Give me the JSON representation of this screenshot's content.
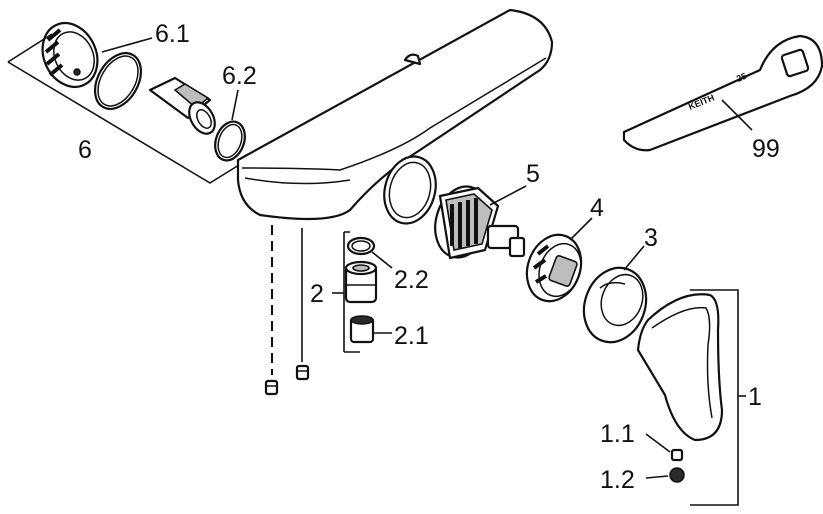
{
  "labels": {
    "p1": "1",
    "p1_1": "1.1",
    "p1_2": "1.2",
    "p2": "2",
    "p2_1": "2.1",
    "p2_2": "2.2",
    "p3": "3",
    "p4": "4",
    "p5": "5",
    "p6": "6",
    "p6_1": "6.1",
    "p6_2": "6.2",
    "p99": "99"
  },
  "wrench_stamp": "KEITH",
  "wrench_stamp2": "25",
  "colors": {
    "line": "#111111",
    "background": "#ffffff",
    "shade": "#bdbdbd"
  }
}
